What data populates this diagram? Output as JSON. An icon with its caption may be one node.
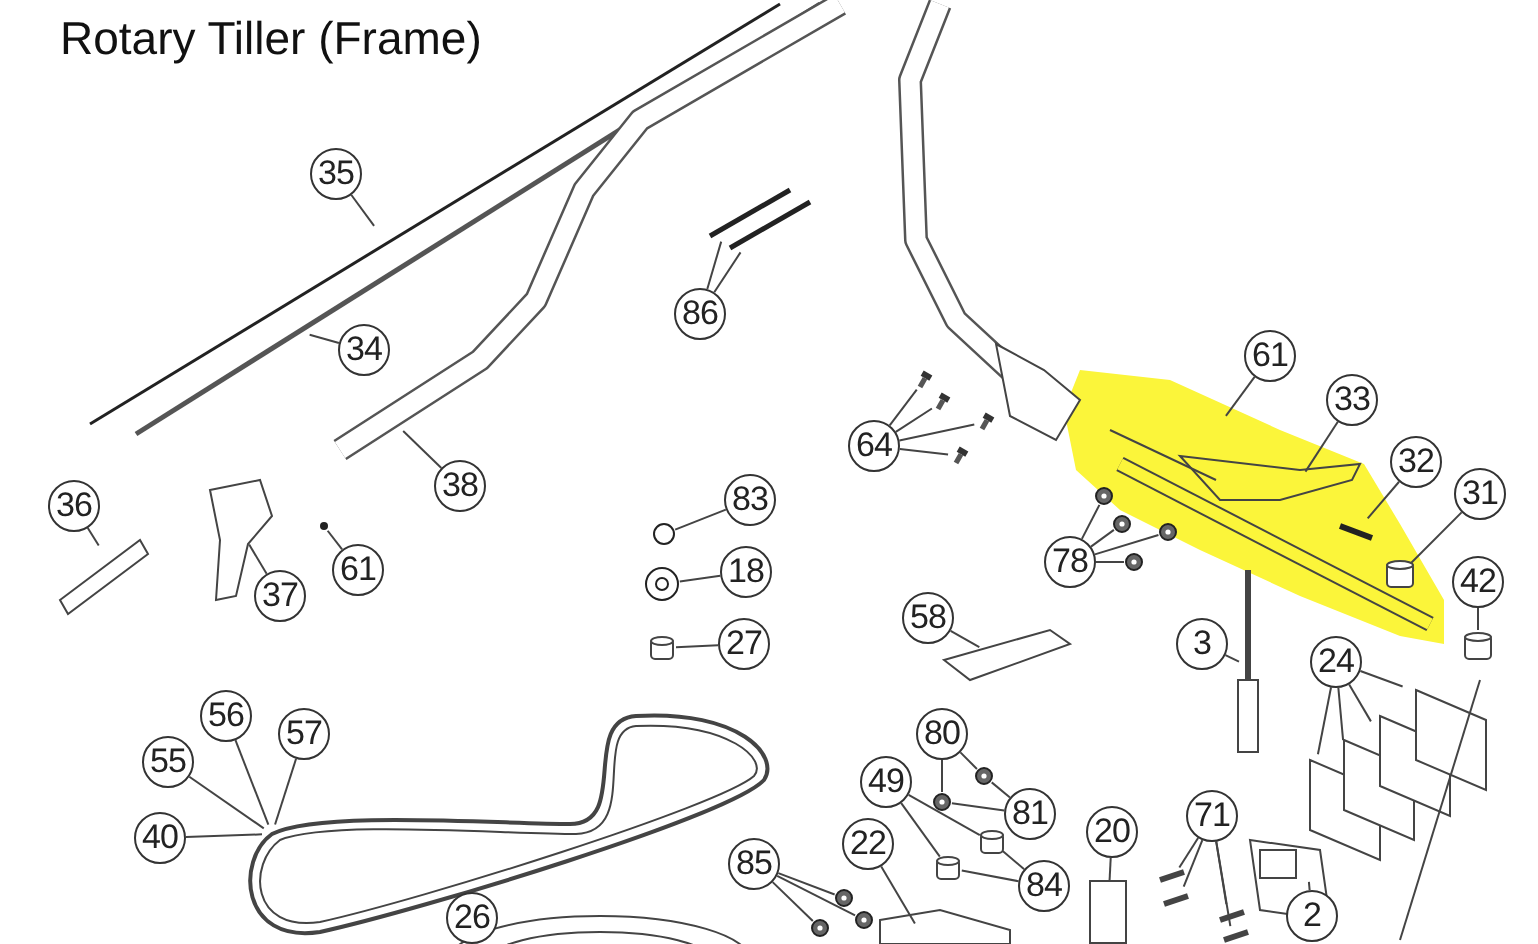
{
  "diagram": {
    "title": "Rotary Tiller (Frame)",
    "nodes": [
      {
        "text": [
          "35"
        ]
      },
      {
        "text": [
          "34"
        ]
      },
      {
        "text": [
          "38"
        ]
      },
      {
        "text": [
          "36"
        ]
      },
      {
        "text": [
          "37"
        ]
      },
      {
        "text": [
          "61"
        ]
      },
      {
        "text": [
          "86"
        ]
      },
      {
        "text": [
          "64"
        ]
      },
      {
        "text": [
          "83"
        ]
      },
      {
        "text": [
          "18"
        ]
      },
      {
        "text": [
          "27"
        ]
      },
      {
        "text": [
          "61"
        ]
      },
      {
        "text": [
          "33"
        ]
      },
      {
        "text": [
          "32"
        ]
      },
      {
        "text": [
          "31"
        ]
      },
      {
        "text": [
          "42"
        ]
      },
      {
        "text": [
          "78"
        ]
      },
      {
        "text": [
          "58"
        ]
      },
      {
        "text": [
          "3"
        ]
      },
      {
        "text": [
          "24"
        ]
      },
      {
        "text": [
          "80"
        ]
      },
      {
        "text": [
          "81"
        ]
      },
      {
        "text": [
          "49"
        ]
      },
      {
        "text": [
          "84"
        ]
      },
      {
        "text": [
          "22"
        ]
      },
      {
        "text": [
          "20"
        ]
      },
      {
        "text": [
          "71"
        ]
      },
      {
        "text": [
          "2"
        ]
      },
      {
        "text": [
          "85"
        ]
      },
      {
        "text": [
          "56"
        ]
      },
      {
        "text": [
          "57"
        ]
      },
      {
        "text": [
          "55"
        ]
      },
      {
        "text": [
          "40"
        ]
      },
      {
        "text": [
          "26"
        ]
      },
      {
        "text": [],
        "shape": "circle"
      },
      {
        "text": [],
        "shape": "circle"
      },
      {
        "text": [],
        "shape": "cylinder"
      },
      {
        "text": [],
        "shape": "cylinder"
      },
      {
        "text": [],
        "shape": "circle"
      },
      {
        "text": [],
        "shape": "circle"
      },
      {
        "text": [],
        "shape": "circle"
      },
      {
        "text": [],
        "shape": "circle"
      },
      {
        "text": [],
        "shape": "bolt"
      },
      {
        "text": [],
        "shape": "bolt"
      },
      {
        "text": [],
        "shape": "bolt"
      },
      {
        "text": [],
        "shape": "bolt"
      },
      {
        "text": [],
        "shape": "circle"
      },
      {
        "text": [],
        "shape": "circle"
      },
      {
        "text": [],
        "shape": "cylinder"
      },
      {
        "text": [],
        "shape": "bar"
      },
      {
        "text": [],
        "shape": "cylinder"
      },
      {
        "text": [],
        "shape": "cylinder"
      },
      {
        "text": [],
        "shape": "circle"
      },
      {
        "text": [],
        "shape": "circle"
      },
      {
        "text": [],
        "shape": "circle"
      },
      {
        "text": [],
        "shape": "circle"
      },
      {
        "text": [],
        "shape": "box"
      }
    ],
    "edges": [
      {
        "from": 0,
        "to": null,
        "arrow": "none"
      },
      {
        "from": 1,
        "to": null,
        "arrow": "none"
      },
      {
        "from": 2,
        "to": null,
        "arrow": "none"
      },
      {
        "from": 3,
        "to": null,
        "arrow": "none"
      },
      {
        "from": 4,
        "to": null,
        "arrow": "none"
      },
      {
        "from": 5,
        "to": 41,
        "arrow": "none"
      },
      {
        "from": 6,
        "to": null,
        "arrow": "none"
      },
      {
        "from": 6,
        "to": null,
        "arrow": "none"
      },
      {
        "from": 7,
        "to": 42,
        "arrow": "none"
      },
      {
        "from": 7,
        "to": 43,
        "arrow": "none"
      },
      {
        "from": 7,
        "to": 44,
        "arrow": "none"
      },
      {
        "from": 7,
        "to": 45,
        "arrow": "none"
      },
      {
        "from": 8,
        "to": 46,
        "arrow": "none"
      },
      {
        "from": 9,
        "to": 47,
        "arrow": "none"
      },
      {
        "from": 10,
        "to": 48,
        "arrow": "none"
      },
      {
        "from": 11,
        "to": null,
        "arrow": "none"
      },
      {
        "from": 12,
        "to": null,
        "arrow": "none"
      },
      {
        "from": 13,
        "to": 49,
        "arrow": "none"
      },
      {
        "from": 14,
        "to": 50,
        "arrow": "none"
      },
      {
        "from": 15,
        "to": 51,
        "arrow": "none"
      },
      {
        "from": 16,
        "to": 52,
        "arrow": "none"
      },
      {
        "from": 16,
        "to": 53,
        "arrow": "none"
      },
      {
        "from": 16,
        "to": 54,
        "arrow": "none"
      },
      {
        "from": 16,
        "to": 55,
        "arrow": "none"
      },
      {
        "from": 17,
        "to": null,
        "arrow": "none"
      },
      {
        "from": 18,
        "to": null,
        "arrow": "none"
      },
      {
        "from": 19,
        "to": null,
        "arrow": "none"
      },
      {
        "from": 19,
        "to": null,
        "arrow": "none"
      },
      {
        "from": 19,
        "to": null,
        "arrow": "none"
      },
      {
        "from": 19,
        "to": null,
        "arrow": "none"
      },
      {
        "from": 20,
        "to": 34,
        "arrow": "none"
      },
      {
        "from": 20,
        "to": 35,
        "arrow": "none"
      },
      {
        "from": 21,
        "to": 34,
        "arrow": "none"
      },
      {
        "from": 21,
        "to": 35,
        "arrow": "none"
      },
      {
        "from": 22,
        "to": 36,
        "arrow": "none"
      },
      {
        "from": 22,
        "to": 37,
        "arrow": "none"
      },
      {
        "from": 23,
        "to": 36,
        "arrow": "none"
      },
      {
        "from": 23,
        "to": 37,
        "arrow": "none"
      },
      {
        "from": 24,
        "to": null,
        "arrow": "none"
      },
      {
        "from": 25,
        "to": 56,
        "arrow": "none"
      },
      {
        "from": 26,
        "to": null,
        "arrow": "none"
      },
      {
        "from": 26,
        "to": null,
        "arrow": "none"
      },
      {
        "from": 26,
        "to": null,
        "arrow": "none"
      },
      {
        "from": 26,
        "to": null,
        "arrow": "none"
      },
      {
        "from": 27,
        "to": null,
        "arrow": "none"
      },
      {
        "from": 28,
        "to": 38,
        "arrow": "none"
      },
      {
        "from": 28,
        "to": 39,
        "arrow": "none"
      },
      {
        "from": 28,
        "to": 40,
        "arrow": "none"
      },
      {
        "from": 29,
        "to": null,
        "arrow": "none"
      },
      {
        "from": 30,
        "to": null,
        "arrow": "none"
      },
      {
        "from": 31,
        "to": null,
        "arrow": "none"
      },
      {
        "from": 32,
        "to": null,
        "arrow": "none"
      }
    ]
  }
}
